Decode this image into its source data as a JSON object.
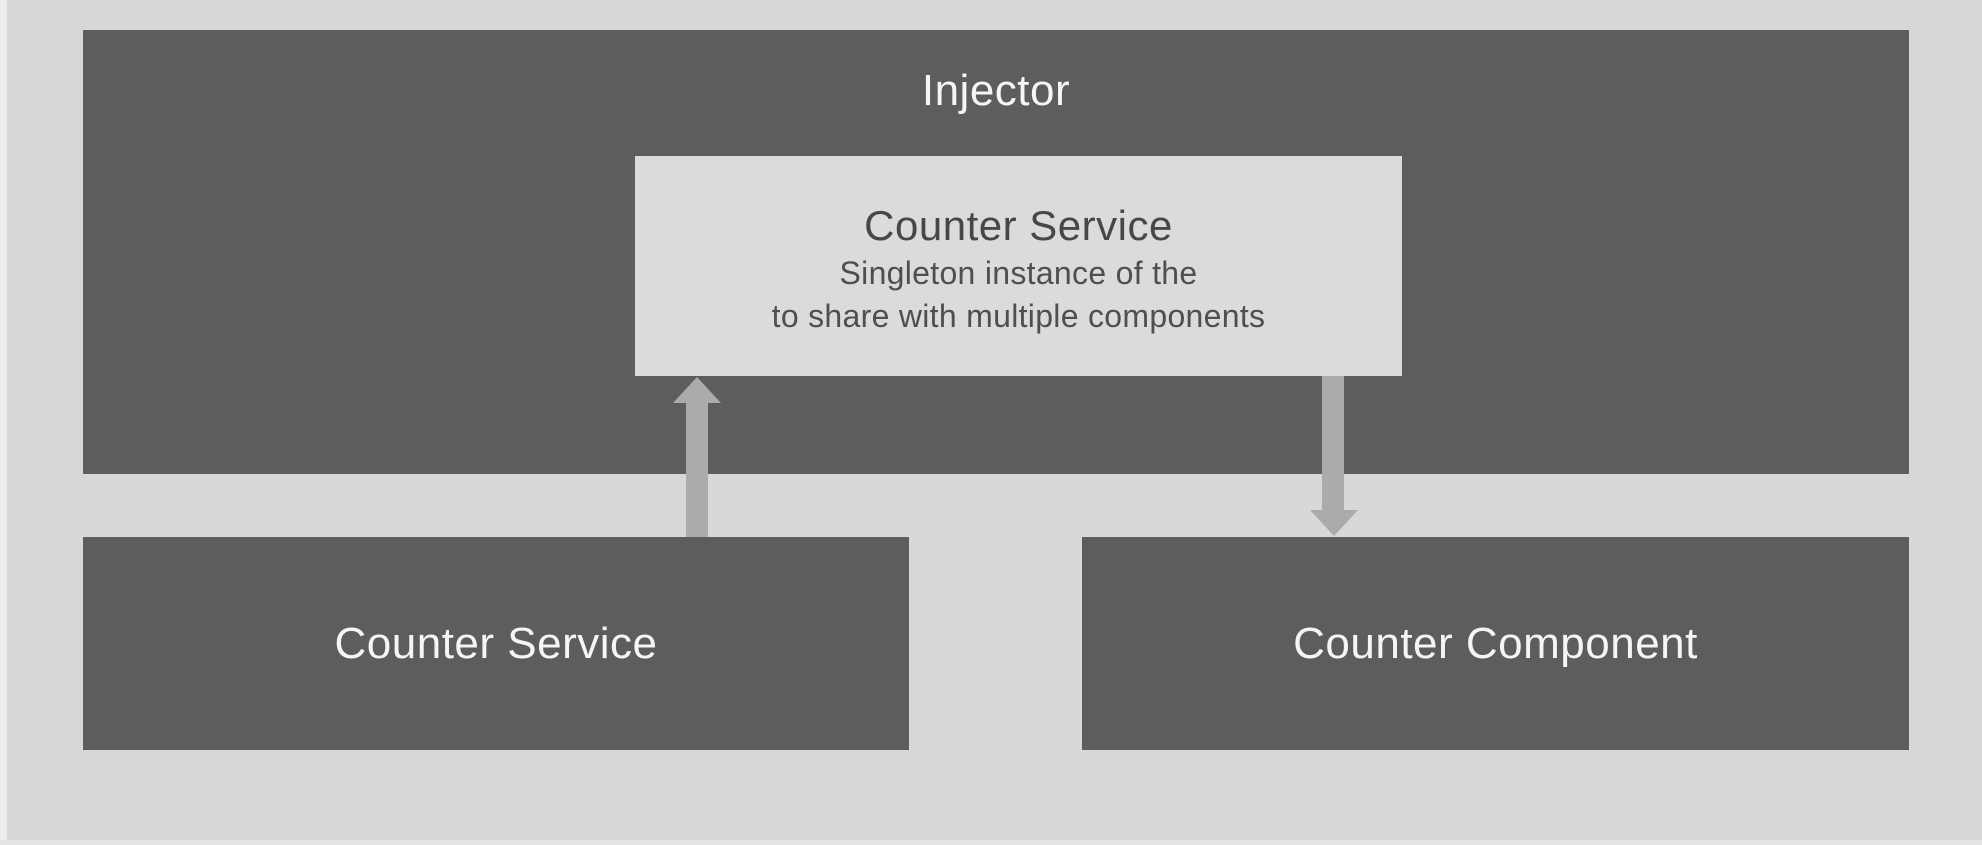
{
  "diagram": {
    "injector": {
      "label": "Injector"
    },
    "service_box": {
      "title": "Counter Service",
      "subtitle_line1": "Singleton instance of the",
      "subtitle_line2": "to share with multiple components"
    },
    "bottom_left": {
      "label": "Counter Service"
    },
    "bottom_right": {
      "label": "Counter Component"
    },
    "arrows": [
      {
        "name": "up-arrow",
        "from": "bottom-left-box",
        "to": "service-box",
        "direction": "up"
      },
      {
        "name": "down-arrow",
        "from": "service-box",
        "to": "bottom-right-box",
        "direction": "down"
      }
    ],
    "colors": {
      "background": "#d8d8d8",
      "dark_box": "#5f5c5c",
      "light_box": "#dbdbdb",
      "arrow": "#ababab",
      "light_text": "#f5f5f5",
      "dark_text": "#474747"
    }
  }
}
